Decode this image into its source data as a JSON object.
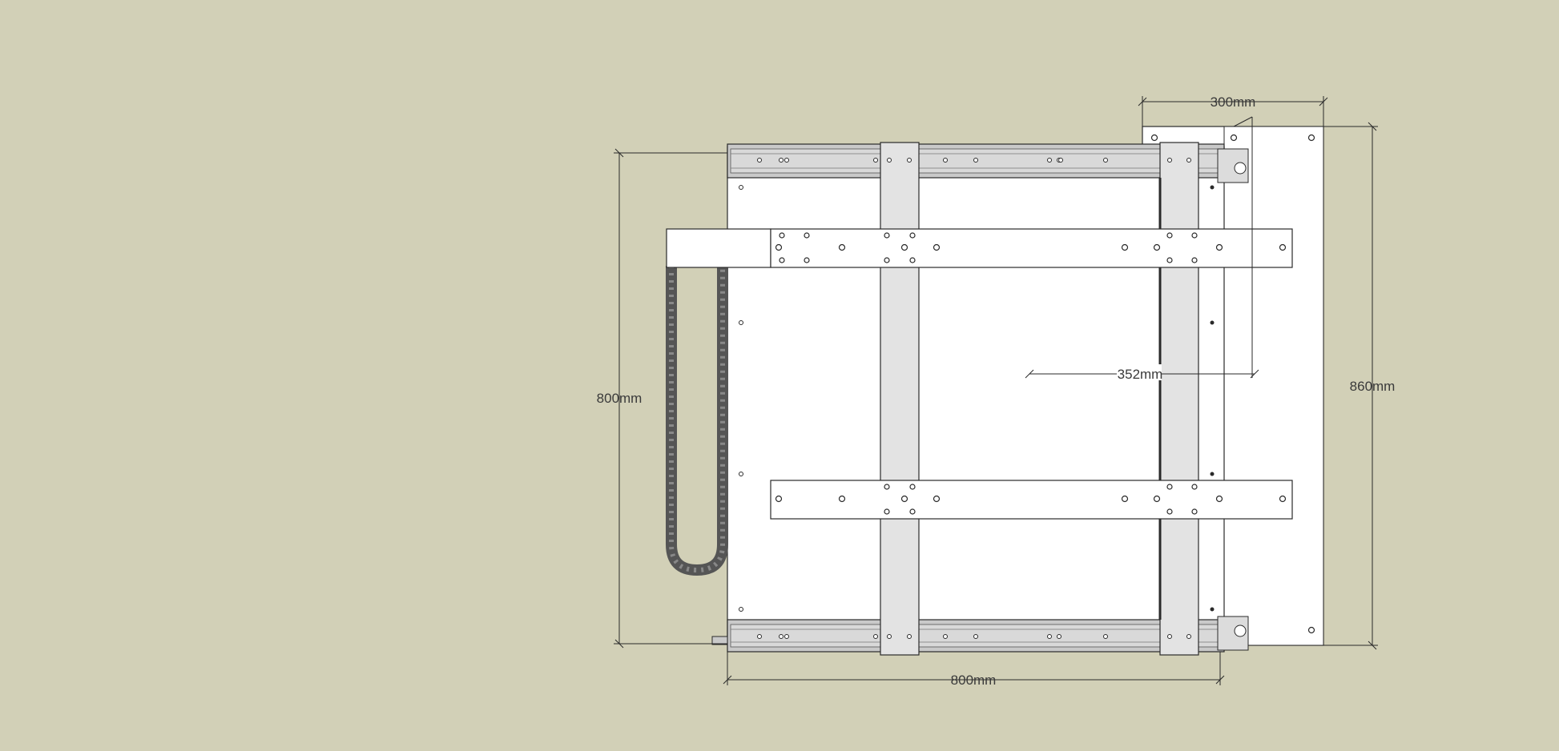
{
  "dimensions": {
    "top_width": "300mm",
    "right_height": "860mm",
    "left_height": "800mm",
    "bottom_width": "800mm",
    "inner_width": "352mm"
  },
  "colors": {
    "background": "#d2d0b7",
    "plate": "#ffffff",
    "rail": "#c9c9c9",
    "gantry": "#e3e3e3",
    "line": "#2a2a2a",
    "chain": "#555555"
  }
}
